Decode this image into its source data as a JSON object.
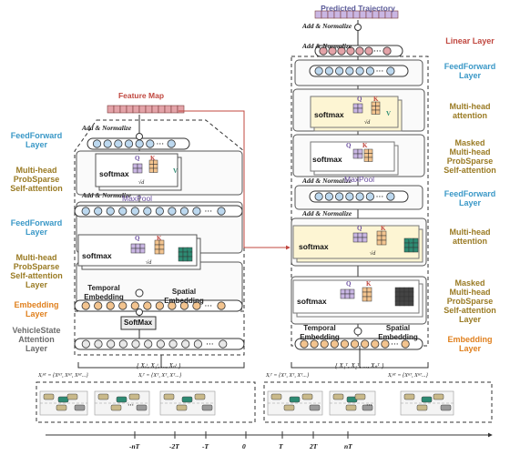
{
  "title": "Predicted Trajectory",
  "feature_map": "Feature Map",
  "right_labels": {
    "linear": "Linear Layer",
    "ff1": "FeedForward\nLayer",
    "mha1": "Multi-head\nattention",
    "masked": "Masked\nMulti-head\nProbSparse\nSelf-attention",
    "ff2": "FeedForward\nLayer",
    "mha2": "Multi-head\nattention",
    "masked2": "Masked\nMulti-head\nProbSparse\nSelf-attention\nLayer",
    "embedding": "Embedding\nLayer"
  },
  "left_labels": {
    "ff1": "FeedForward\nLayer",
    "mh1": "Multi-head\nProbSparse\nSelf-attention",
    "ff2": "FeedForward\nLayer",
    "mh2": "Multi-head\nProbSparse\nSelf-attention\nLayer",
    "embedding": "Embedding\nLayer",
    "vehicle_state": "VehicleState\nAttention\nLayer"
  },
  "inner": {
    "add_norm": "Add & Normalize",
    "softmax": "softmax",
    "softmax_box": "SoftMax",
    "maxpool": "MaxPool",
    "temporal": "Temporal\nEmbedding",
    "spatial": "Spatial\nEmbedding",
    "q": "Q",
    "k": "K",
    "v": "V",
    "sqrt": "√d",
    "dots": "···"
  },
  "formulas": {
    "left_set": "{ Xₒᵗ, X₁ᵗ, ..., Xₙᵗ }",
    "right_set": "{ X₁ᵀ, X₂ᵀ, ..., Xₙᵀ }",
    "f1": "Xᵢⁿᵀ = {Xⁿᵀ, Xⁿᵀ, Xⁿᵀ...}",
    "f2": "Xᵢᵀ = {Xᵀ, Xᵀ, Xᵀ...}",
    "f3": "Xᵢᵀ = {Xᵀ, Xᵀ, Xᵀ...}",
    "f4": "Xᵢⁿᵀ = {Xⁿᵀ, Xⁿᵀ...}",
    "ellipsis": "···"
  },
  "timeline": [
    "-nT",
    "-2T",
    "-T",
    "0",
    "T",
    "2T",
    "nT"
  ],
  "colors": {
    "orange": "#f3c48f",
    "blue_cell": "#bcd8ef",
    "pink": "#e3a3a8",
    "purple": "#c9b6e3",
    "yellow": "#fdf5d3",
    "green": "#2d8b73",
    "gray": "#e8e8e8",
    "red_arrow": "#c0473f"
  }
}
